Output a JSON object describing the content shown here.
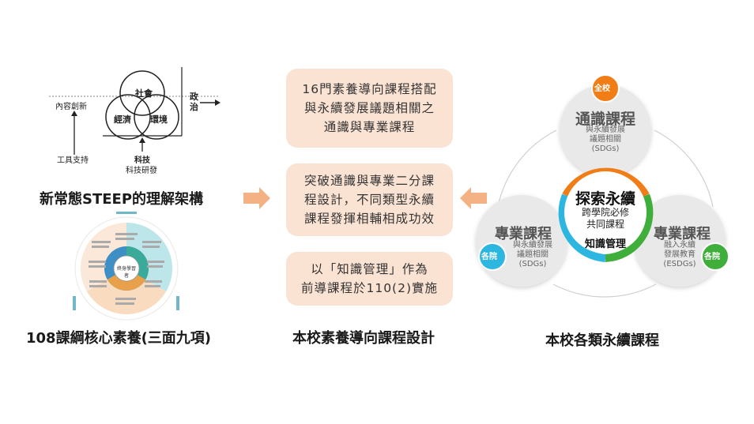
{
  "steep": {
    "title": "新常態STEEP的理解架構",
    "circles": {
      "society": "社會",
      "economy": "經濟",
      "environment": "環境"
    },
    "politics": [
      "政",
      "治"
    ],
    "content_innovation": "內容創新",
    "tool_support": "工具支持",
    "technology": "科技",
    "tech_rd": "科技研發"
  },
  "literacy": {
    "title": "108課綱核心素養(三面九項)",
    "center": "終身學習者"
  },
  "middle": {
    "boxes": [
      [
        "16門素養導向課程搭配",
        "與永續發展議題相關之",
        "通識與專業課程"
      ],
      [
        "突破通識與專業二分課",
        "程設計，不同類型永續",
        "課程發揮相輔相成功效"
      ],
      [
        "以「知識管理」作為",
        "前導課程於110(2)實施"
      ]
    ],
    "title": "本校素養導向課程設計"
  },
  "courses": {
    "title": "本校各類永續課程",
    "top": {
      "badge": "全校",
      "name": "通識課程",
      "desc": [
        "與永續發展",
        "議題相關",
        "(SDGs)"
      ]
    },
    "left": {
      "badge": "各院",
      "name": "專業課程",
      "desc": [
        "與永續發展",
        "議題相關",
        "(SDGs)"
      ]
    },
    "right": {
      "badge": "各院",
      "name": "專業課程",
      "desc": [
        "融入永續",
        "發展教育",
        "(ESDGs)"
      ]
    },
    "center": {
      "title": "探索永續",
      "lines": [
        "跨學院必修",
        "共同課程"
      ],
      "tag": "知識管理"
    },
    "colors": {
      "orange": "#f07d16",
      "green": "#3fae3a",
      "cyan": "#2cb6e0"
    }
  }
}
